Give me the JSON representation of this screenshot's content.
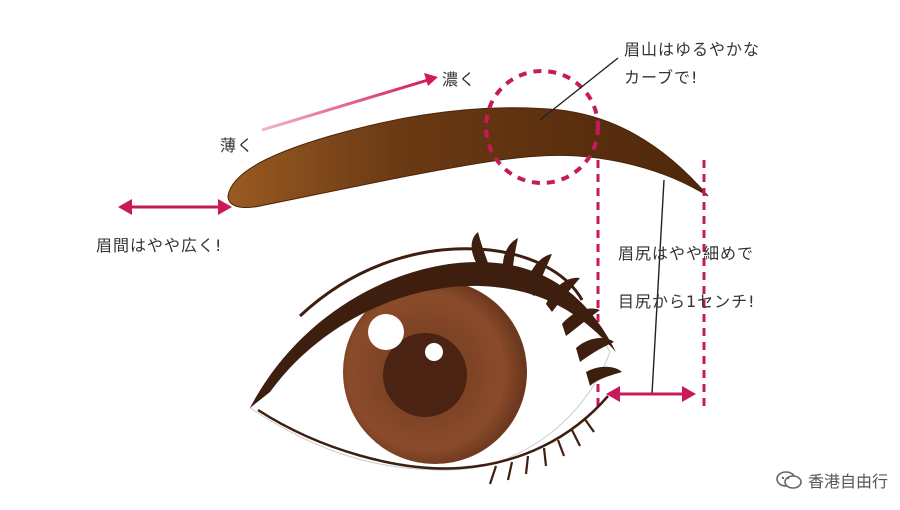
{
  "labels": {
    "thin": "薄く",
    "dark": "濃く",
    "brow_peak_line1": "眉山はゆるやかな",
    "brow_peak_line2": "カーブで!",
    "brow_gap": "眉間はやや広く!",
    "tail_line1": "眉尻はやや細めで",
    "tail_line2": "目尻から1センチ!"
  },
  "watermark": {
    "text": "香港自由行",
    "icon": "chat-bubble-icon"
  },
  "colors": {
    "brow_dark": "#5a2e0c",
    "brow_light": "#9a5a22",
    "guide_magenta": "#c8195a",
    "gradient_arrow_start": "#f2b6c8",
    "gradient_arrow_end": "#d11a5d",
    "iris": "#8a4b2a",
    "pupil": "#4a2313",
    "lash": "#3d1e0f"
  }
}
